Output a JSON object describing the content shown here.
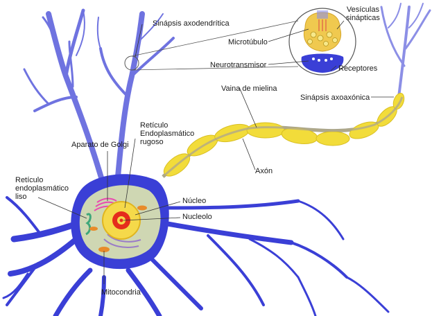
{
  "colors": {
    "neuron": "#3a3fd6",
    "neuron_light": "#8c8fe6",
    "myelin": "#f2dc3a",
    "axon_core": "#a9a58a",
    "nucleus": "#f5d94a",
    "nucleolus": "#e52c1c",
    "synapse_top": "#f0c94f",
    "synapse_bottom": "#3a3fd6"
  },
  "labels": {
    "sinapsis_axodendritica": "Sinápsis axodendrítica",
    "vesiculas_sinapticas": "Vesículas\nsinápticas",
    "microtubulo": "Microtúbulo",
    "neurotransmisor": "Neurotransmisor",
    "receptores": "Receptores",
    "sinapsis_axoaxonica": "Sinápsis axoaxónica",
    "vaina_de_mielina": "Vaina de mielina",
    "reticulo_rugoso": "Retículo\nEndoplasmático\nrugoso",
    "aparato_de_golgi": "Aparato de Golgi",
    "axon": "Axón",
    "reticulo_liso": "Retículo\nendoplasmático\nliso",
    "nucleo": "Núcleo",
    "nucleolo": "Nucleolo",
    "mitocondria": "Mitocondria"
  }
}
